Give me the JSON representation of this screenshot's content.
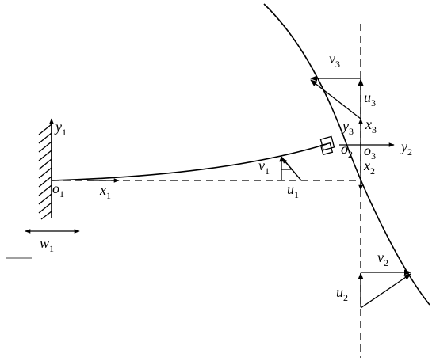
{
  "labels": {
    "y1": {
      "base": "y",
      "sub": "1"
    },
    "o1": {
      "base": "o",
      "sub": "1"
    },
    "x1": {
      "base": "x",
      "sub": "1"
    },
    "w1": {
      "base": "w",
      "sub": "1"
    },
    "v1": {
      "base": "v",
      "sub": "1"
    },
    "u1": {
      "base": "u",
      "sub": "1"
    },
    "v3": {
      "base": "v",
      "sub": "3"
    },
    "u3": {
      "base": "u",
      "sub": "3"
    },
    "y3": {
      "base": "y",
      "sub": "3"
    },
    "x3": {
      "base": "x",
      "sub": "3"
    },
    "o2": {
      "base": "o",
      "sub": "2"
    },
    "o3": {
      "base": "o",
      "sub": "3"
    },
    "y2": {
      "base": "y",
      "sub": "2"
    },
    "x2": {
      "base": "x",
      "sub": "2"
    },
    "v2": {
      "base": "v",
      "sub": "2"
    },
    "u2": {
      "base": "u",
      "sub": "2"
    }
  },
  "colors": {
    "stroke": "#000000",
    "background": "#ffffff"
  }
}
